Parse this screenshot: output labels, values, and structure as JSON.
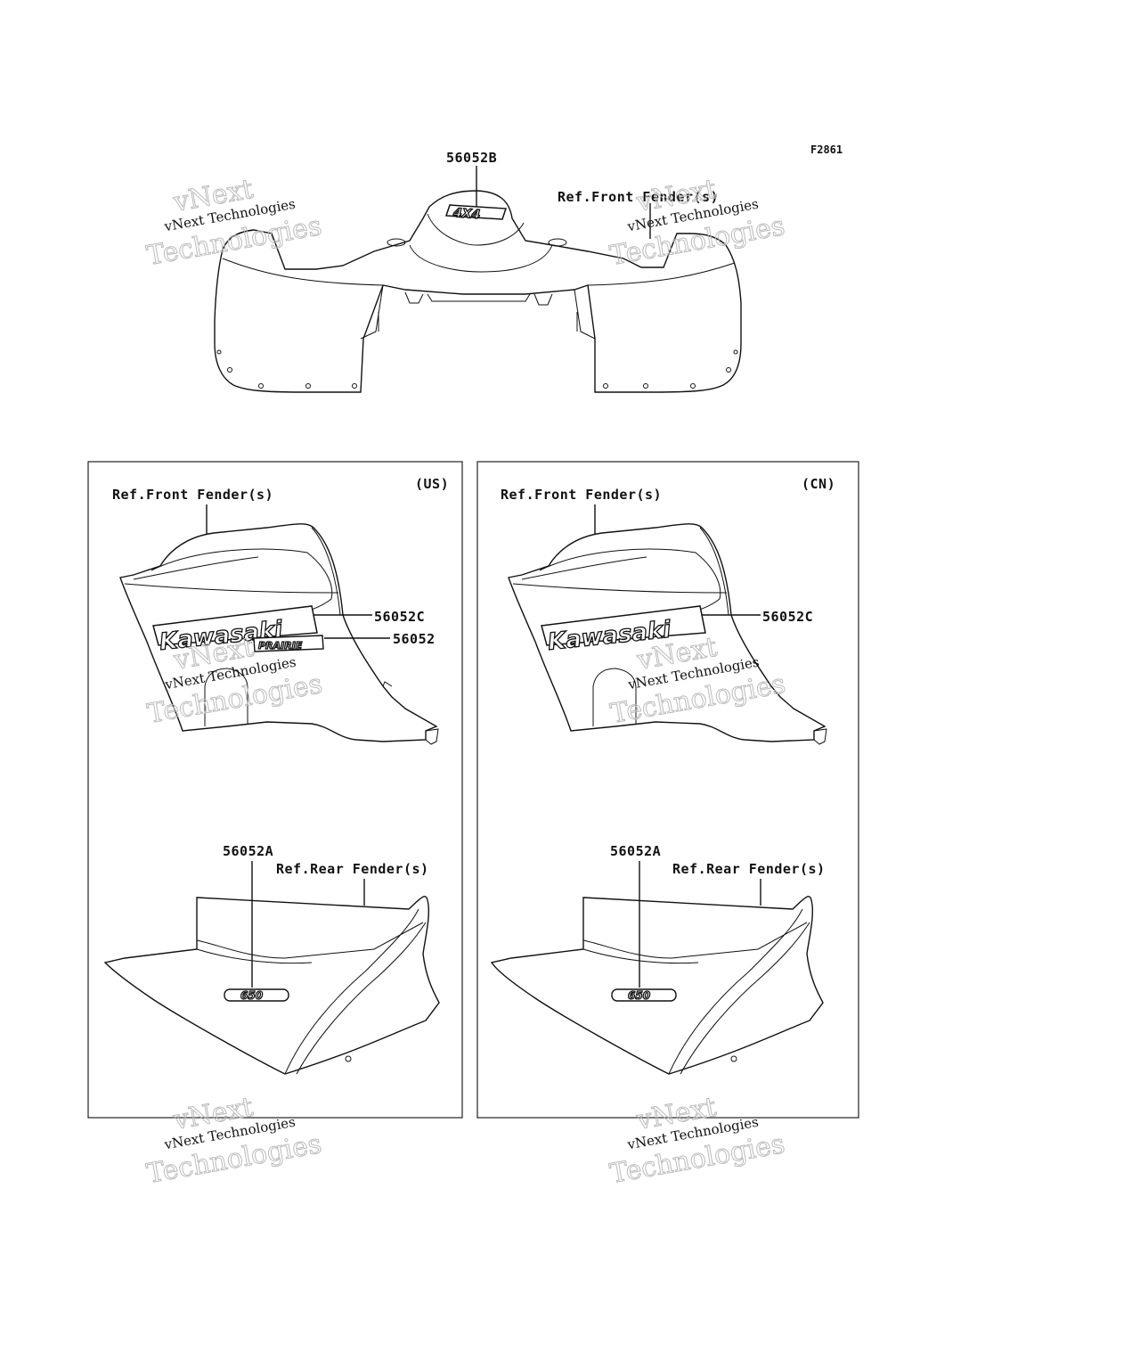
{
  "figure_code": "F2861",
  "top": {
    "part_label": "56052B",
    "ref_label": "Ref.Front Fender(s)",
    "decal_text": "4X4"
  },
  "panels": [
    {
      "region": "(US)",
      "ref_front": "Ref.Front Fender(s)",
      "label_kawasaki": "56052C",
      "label_prairie": "56052",
      "label_650": "56052A",
      "ref_rear": "Ref.Rear Fender(s)",
      "kawasaki_text": "Kawasaki",
      "prairie_text": "PRAIRIE",
      "num_text": "650"
    },
    {
      "region": "(CN)",
      "ref_front": "Ref.Front Fender(s)",
      "label_kawasaki": "56052C",
      "label_650": "56052A",
      "ref_rear": "Ref.Rear Fender(s)",
      "kawasaki_text": "Kawasaki",
      "num_text": "650"
    }
  ],
  "watermark": {
    "line1": "vNext",
    "line2": "vNext Technologies",
    "line3": "Technologies"
  }
}
